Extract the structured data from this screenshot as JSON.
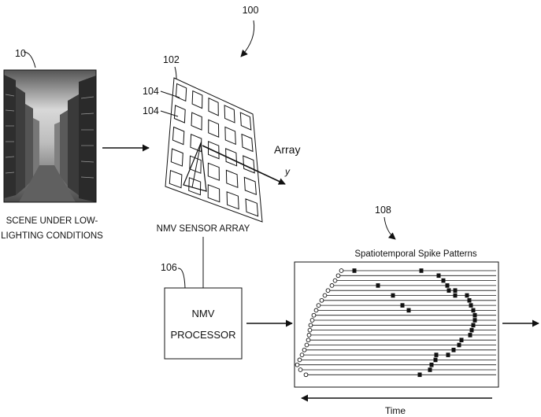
{
  "figure": {
    "system_ref": "100",
    "scene": {
      "ref": "10",
      "caption_lines": [
        "SCENE UNDER LOW-",
        "LIGHTING CONDITIONS"
      ]
    },
    "sensor": {
      "ref": "102",
      "pixel_refs": [
        "104",
        "104"
      ],
      "caption": "NMV SENSOR ARRAY",
      "axis_title": "Array",
      "axis_label": "y"
    },
    "processor": {
      "ref": "106",
      "label_lines": [
        "NMV",
        "PROCESSOR"
      ]
    },
    "spikes": {
      "ref": "108",
      "title": "Spatiotemporal Spike Patterns",
      "time_label": "Time"
    }
  },
  "spike_rows": [
    {
      "o": 436,
      "s": [
        450,
        535
      ]
    },
    {
      "o": 432,
      "s": [
        557
      ]
    },
    {
      "o": 428,
      "s": [
        563
      ]
    },
    {
      "o": 424,
      "s": [
        480,
        568
      ]
    },
    {
      "o": 419,
      "s": [
        570,
        578
      ]
    },
    {
      "o": 415,
      "s": [
        499,
        578,
        593
      ]
    },
    {
      "o": 411,
      "s": [
        596
      ]
    },
    {
      "o": 407,
      "s": [
        511,
        598
      ]
    },
    {
      "o": 404,
      "s": [
        519,
        601
      ]
    },
    {
      "o": 401,
      "s": [
        603
      ]
    },
    {
      "o": 399,
      "s": [
        603
      ]
    },
    {
      "o": 397,
      "s": [
        601
      ]
    },
    {
      "o": 396,
      "s": [
        599
      ]
    },
    {
      "o": 395,
      "s": [
        597
      ]
    },
    {
      "o": 394,
      "s": [
        586
      ]
    },
    {
      "o": 392,
      "s": [
        583
      ]
    },
    {
      "o": 389,
      "s": [
        576
      ]
    },
    {
      "o": 386,
      "s": [
        554,
        569
      ]
    },
    {
      "o": 383,
      "s": [
        553
      ]
    },
    {
      "o": 380,
      "s": [
        548
      ]
    },
    {
      "o": 384,
      "s": [
        546
      ]
    },
    {
      "o": 391,
      "s": [
        533
      ]
    }
  ]
}
